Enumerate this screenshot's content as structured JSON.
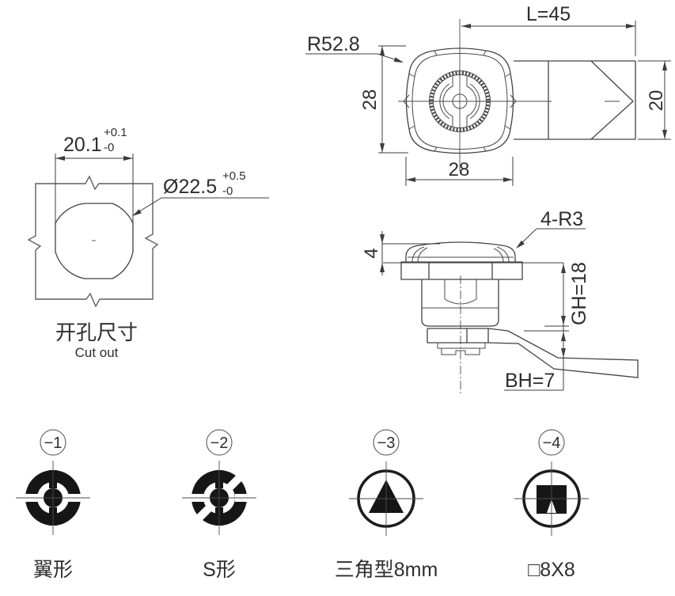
{
  "colors": {
    "line": "#424242",
    "text": "#2e2e2e",
    "symbol_black": "#161616",
    "background": "#ffffff"
  },
  "cutout_view": {
    "width_dim": "20.1",
    "width_tol_plus": "+0.1",
    "width_tol_minus": "-0",
    "dia_dim": "Ø22.5",
    "dia_tol_plus": "+0.5",
    "dia_tol_minus": "-0",
    "title_cn": "开孔尺寸",
    "title_en": "Cut out"
  },
  "front_view": {
    "length_dim": "L=45",
    "radius_dim": "R52.8",
    "height_dim": "28",
    "width_dim": "28",
    "arm_height_dim": "20"
  },
  "side_view": {
    "cap_height_dim": "4",
    "corner_radius_label": "4-R3",
    "grip_height_dim": "GH=18",
    "base_height_dim": "BH=7"
  },
  "key_types": [
    {
      "id": "−1",
      "label": "翼形"
    },
    {
      "id": "−2",
      "label": "S形"
    },
    {
      "id": "−3",
      "label": "三角型8mm"
    },
    {
      "id": "−4",
      "label": "□8X8"
    }
  ]
}
